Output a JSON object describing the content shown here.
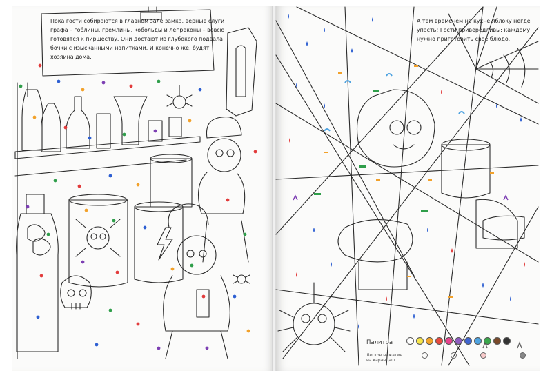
{
  "book": {
    "left_page_text": "Пока гости собираются в главном зале замка, верные слуги графа – гоблины, гремлины, кобольды и лепреконы – вовсю готовятся к пиршеству. Они достают из глубокого подвала бочки с изысканными напитками. И конечно же, будят хозяина дома.",
    "right_page_text": "А тем временем на кухне яблоку негде упасть! Гости привередливы: каждому нужно приготовить свое блюдо."
  },
  "palette": {
    "title": "Палитра",
    "note": "Легкое нажатие на карандаш",
    "colors": [
      "#ffffff",
      "#f7e64a",
      "#f3a52a",
      "#e94a3f",
      "#e8438f",
      "#8e5cc0",
      "#3f66d1",
      "#4fa3e0",
      "#3aa64c",
      "#7a4a2a",
      "#333333"
    ]
  },
  "colors": {
    "line": "#2b2b2b",
    "dot_red": "#e23b3b",
    "dot_green": "#2f9e4a",
    "dot_blue": "#2d5fd2",
    "dot_purple": "#7d3fb3",
    "dot_orange": "#f2a12a"
  }
}
